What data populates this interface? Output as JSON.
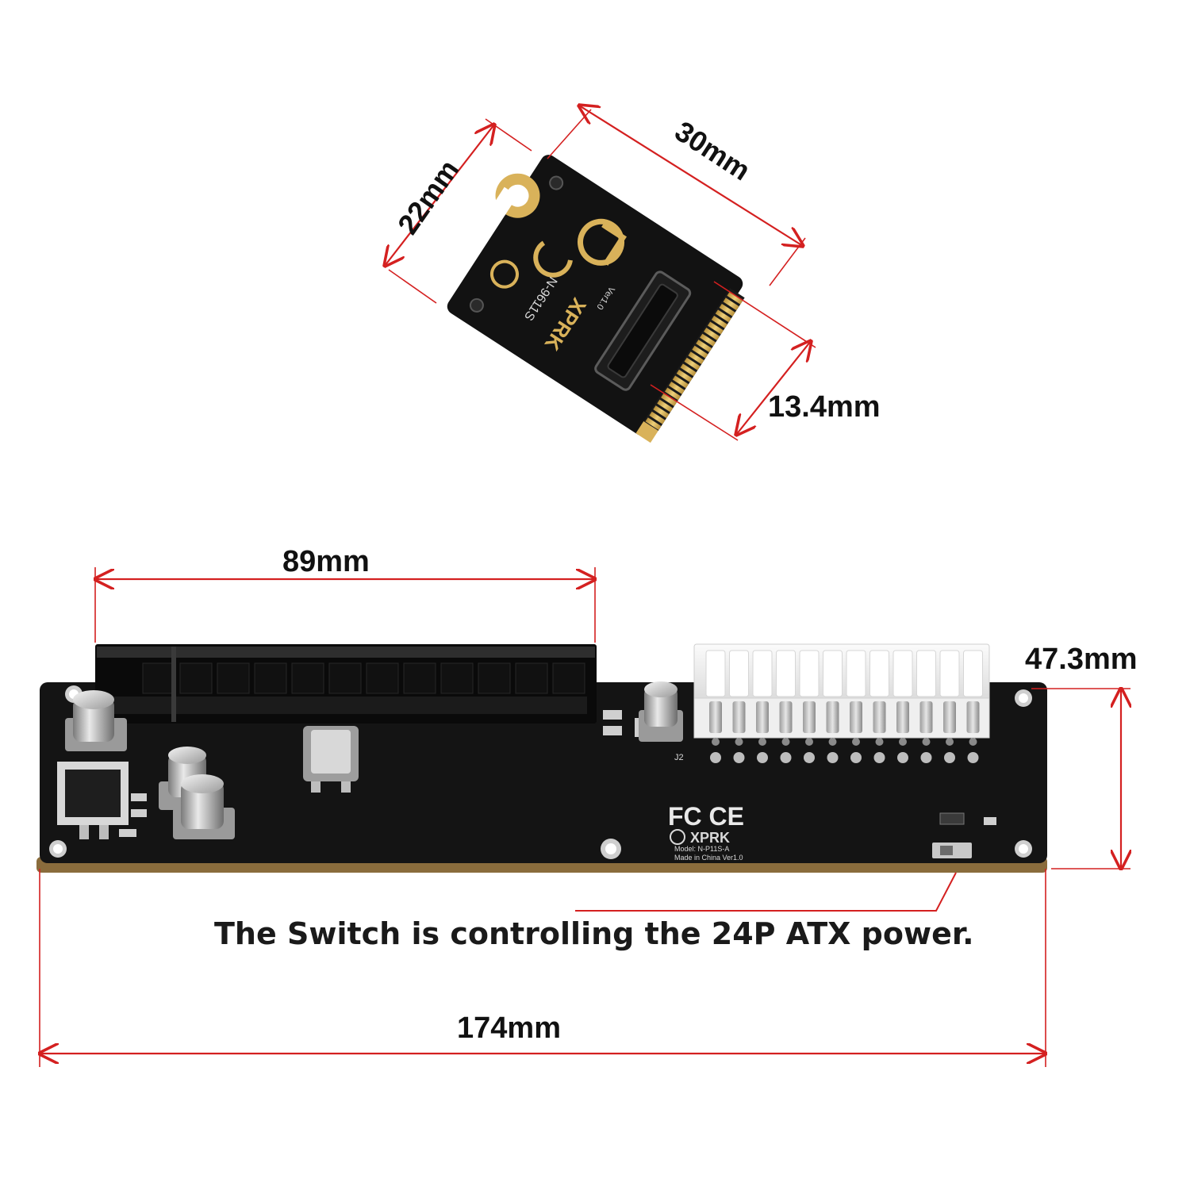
{
  "dimensions": {
    "small_card_width": "30mm",
    "small_card_height": "22mm",
    "small_card_connector": "13.4mm",
    "slot_length": "89mm",
    "board_height": "47.3mm",
    "board_length": "174mm"
  },
  "note": "The Switch is controlling the 24P ATX power.",
  "small_card_silkscreen": {
    "brand": "XPRK",
    "model": "N-9611S",
    "version": "Ver1.0"
  },
  "board_silkscreen": {
    "cert_marks": "FC CE",
    "brand": "XPRK",
    "model": "Model: N-P11S-A",
    "origin": "Made in China Ver1.0",
    "connector_label": "J2"
  },
  "colors": {
    "dimension_line": "#d42020",
    "pcb": "#141414",
    "gold": "#d9b25a",
    "atx_housing": "#f2f2f2"
  },
  "icons": [
    "arrow-icon",
    "pcie-slot",
    "atx-24pin-connector",
    "toggle-switch",
    "capacitor"
  ]
}
